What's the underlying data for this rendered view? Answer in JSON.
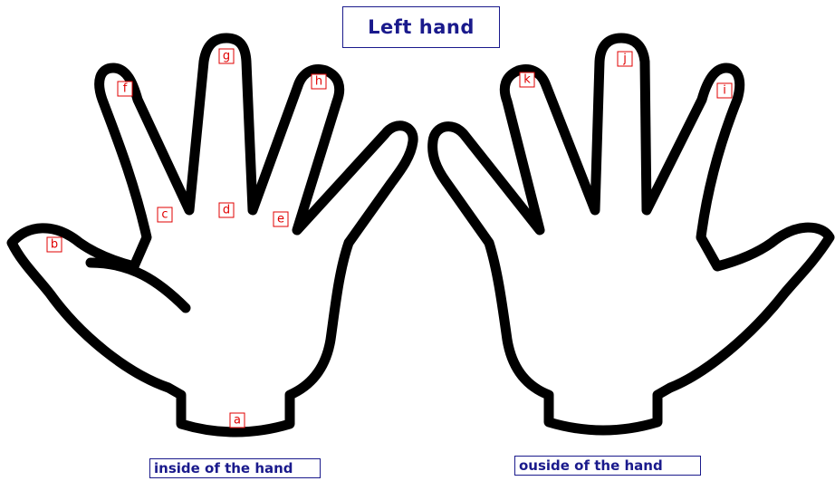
{
  "title": "Left hand",
  "captions": {
    "inside": "inside of the hand",
    "outside": "ouside of the hand"
  },
  "labels": {
    "a": "a",
    "b": "b",
    "c": "c",
    "d": "d",
    "e": "e",
    "f": "f",
    "g": "g",
    "h": "h",
    "i": "i",
    "j": "j",
    "k": "k"
  },
  "colors": {
    "title_blue": "#1a1a8c",
    "label_red": "#e00000",
    "outline": "#000000"
  }
}
